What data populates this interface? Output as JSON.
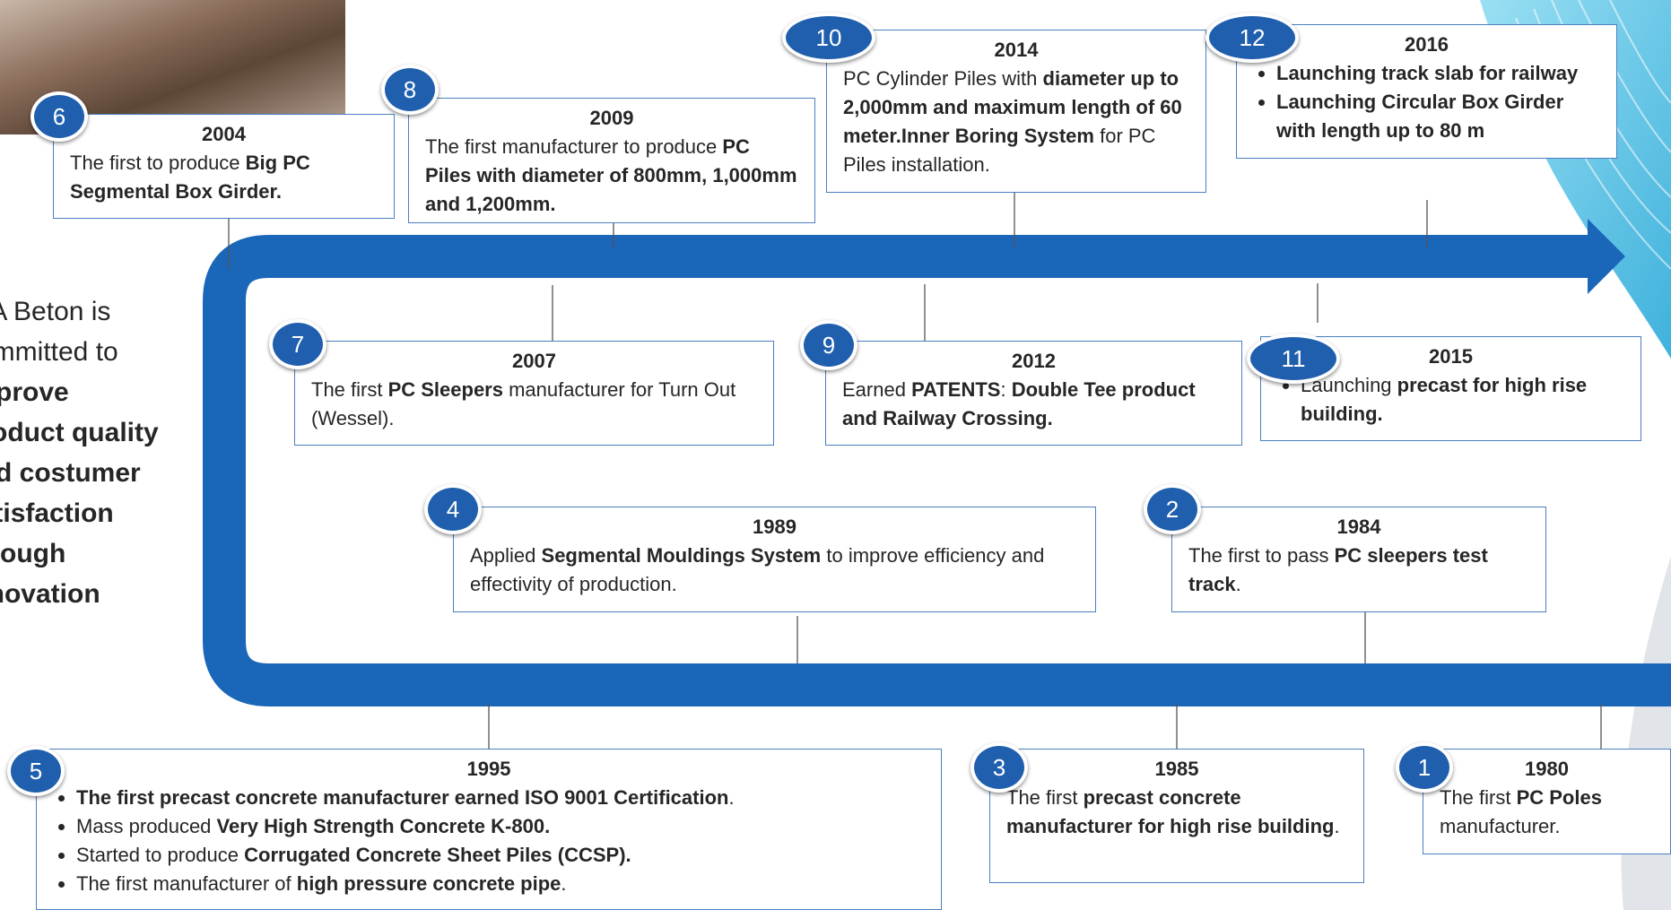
{
  "tagline": {
    "text_normal": "IKA Beton is committed to",
    "text_bold": "improve product quality and costumer satisfaction through innovation"
  },
  "milestones": [
    {
      "num": "1",
      "year": "1980",
      "parts": [
        [
          "The first ",
          false
        ],
        [
          "PC Poles",
          true
        ],
        [
          " manufacturer.",
          false
        ]
      ]
    },
    {
      "num": "2",
      "year": "1984",
      "parts": [
        [
          "The first to pass ",
          false
        ],
        [
          "PC sleepers test track",
          true
        ],
        [
          ".",
          false
        ]
      ]
    },
    {
      "num": "3",
      "year": "1985",
      "parts": [
        [
          "The first ",
          false
        ],
        [
          "precast concrete manufacturer for high rise building",
          true
        ],
        [
          ".",
          false
        ]
      ]
    },
    {
      "num": "4",
      "year": "1989",
      "parts": [
        [
          "Applied ",
          false
        ],
        [
          "Segmental Mouldings System",
          true
        ],
        [
          " to improve efficiency and effectivity of production.",
          false
        ]
      ]
    },
    {
      "num": "5",
      "year": "1995",
      "bullets": [
        [
          [
            "The first precast concrete manufacturer earned ISO 9001 Certification",
            true
          ],
          [
            ".",
            false
          ]
        ],
        [
          [
            "Mass produced ",
            false
          ],
          [
            "Very High Strength Concrete K-800.",
            true
          ]
        ],
        [
          [
            "Started to produce ",
            false
          ],
          [
            "Corrugated Concrete Sheet Piles (CCSP).",
            true
          ]
        ],
        [
          [
            "The first manufacturer of ",
            false
          ],
          [
            "high pressure concrete pipe",
            true
          ],
          [
            ".",
            false
          ]
        ]
      ]
    },
    {
      "num": "6",
      "year": "2004",
      "parts": [
        [
          "The first to produce ",
          false
        ],
        [
          "Big PC Segmental Box Girder.",
          true
        ]
      ]
    },
    {
      "num": "7",
      "year": "2007",
      "parts": [
        [
          "The first ",
          false
        ],
        [
          "PC Sleepers",
          true
        ],
        [
          " manufacturer for  Turn Out (Wessel).",
          false
        ]
      ]
    },
    {
      "num": "8",
      "year": "2009",
      "parts": [
        [
          "The first manufacturer to produce ",
          false
        ],
        [
          "PC Piles with diameter of 800mm, 1,000mm and 1,200mm.",
          true
        ]
      ]
    },
    {
      "num": "9",
      "year": "2012",
      "parts": [
        [
          "Earned ",
          false
        ],
        [
          "PATENTS",
          true
        ],
        [
          ": ",
          false
        ],
        [
          "Double Tee product and Railway Crossing.",
          true
        ]
      ]
    },
    {
      "num": "10",
      "year": "2014",
      "parts": [
        [
          "PC Cylinder Piles with ",
          false
        ],
        [
          "diameter up to 2,000mm and maximum length of 60 meter.",
          true
        ],
        [
          "Inner Boring System",
          true
        ],
        [
          " for PC Piles installation.",
          false
        ]
      ]
    },
    {
      "num": "11",
      "year": "2015",
      "bullets": [
        [
          [
            "Launching ",
            false
          ],
          [
            "precast for high rise building.",
            true
          ]
        ]
      ]
    },
    {
      "num": "12",
      "year": "2016",
      "bullets": [
        [
          [
            "Launching track slab for railway",
            true
          ]
        ],
        [
          [
            "Launching Circular Box Girder with length up to 80 m",
            true
          ]
        ]
      ]
    }
  ],
  "colors": {
    "arrow": "#1a66b8",
    "badge": "#1f5fae",
    "box_border": "#4a7fc0",
    "connector": "#555555",
    "wave": "#5cc6e8"
  }
}
